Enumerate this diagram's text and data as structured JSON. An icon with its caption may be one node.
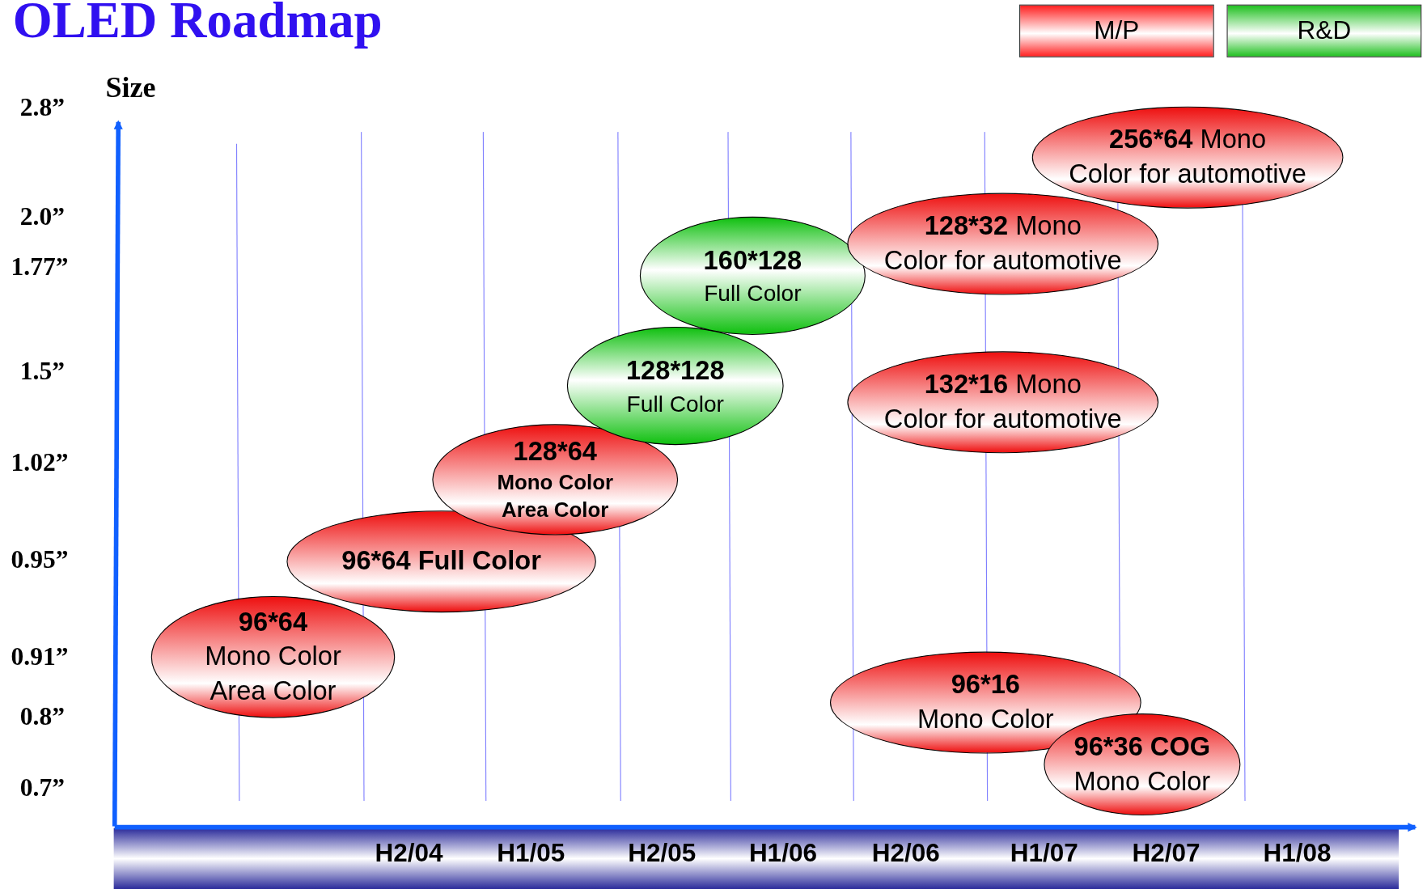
{
  "diagram": {
    "title": "OLED Roadmap",
    "nodes": [
      {
        "text": [
          "96*64",
          "Mono Color Area Color"
        ]
      },
      {
        "text": [
          "96*64 Full Color"
        ]
      },
      {
        "text": [
          "128*64",
          "Mono Color Area Color"
        ]
      },
      {
        "text": [
          "128*128",
          "Full Color"
        ]
      },
      {
        "text": [
          "160*128",
          "Full Color"
        ]
      },
      {
        "text": [
          "**256*64** Mono",
          "Color for automotive"
        ]
      },
      {
        "text": [
          "**128*32** Mono",
          "Color for automotive"
        ]
      },
      {
        "text": [
          "**132*16** Mono",
          "Color for automotive"
        ]
      },
      {
        "text": [
          "96*16",
          "Mono Color"
        ]
      },
      {
        "text": [
          "96*36 COG",
          "Mono Color"
        ]
      }
    ],
    "edges": [],
    "labels": [
      "Size",
      "2.8”",
      "2.0”",
      "1.77”",
      "1.5”",
      "1.02”",
      "0.95”",
      "0.91”",
      "0.8”",
      "0.7”",
      "H2/04",
      "H1/05",
      "H2/05",
      "H1/06",
      "H2/06",
      "H1/07",
      "H2/07",
      "H1/08"
    ],
    "legend": [
      {
        "text": "M/P",
        "color": "#ff2020"
      },
      {
        "text": "R&D",
        "color": "#20c020"
      }
    ]
  }
}
